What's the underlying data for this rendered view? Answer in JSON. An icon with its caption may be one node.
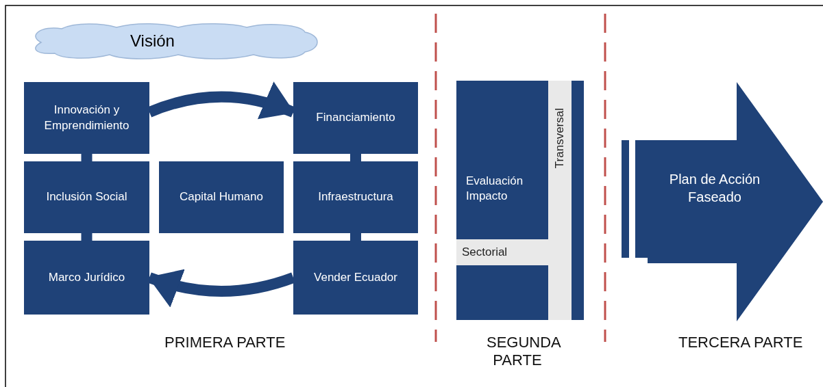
{
  "diagram": {
    "nodes": [
      {
        "text": [
          "Visión"
        ]
      },
      {
        "text": [
          "Innovación y Emprendimiento"
        ]
      },
      {
        "text": [
          "Financiamiento"
        ]
      },
      {
        "text": [
          "Inclusión Social"
        ]
      },
      {
        "text": [
          "Capital Humano"
        ]
      },
      {
        "text": [
          "Infraestructura"
        ]
      },
      {
        "text": [
          "Marco Jurídico"
        ]
      },
      {
        "text": [
          "Vender Ecuador"
        ]
      },
      {
        "text": [
          "Evaluación Impacto"
        ]
      },
      {
        "text": [
          "Transversal"
        ],
        "in": 8
      },
      {
        "text": [
          "Sectorial"
        ],
        "in": 8
      },
      {
        "text": [
          "Plan de Acción Faseado"
        ]
      }
    ],
    "edges": [
      {
        "from": 1,
        "to": 2,
        "arrow": "to"
      },
      {
        "from": 2,
        "to": 5,
        "arrow": "none"
      },
      {
        "from": 5,
        "to": 7,
        "arrow": "none"
      },
      {
        "from": 7,
        "to": 6,
        "arrow": "to"
      },
      {
        "from": 6,
        "to": 3,
        "arrow": "none"
      },
      {
        "from": 3,
        "to": 1,
        "arrow": "none"
      }
    ],
    "labels": [
      "PRIMERA PARTE",
      "SEGUNDA PARTE",
      "TERCERA PARTE"
    ]
  }
}
